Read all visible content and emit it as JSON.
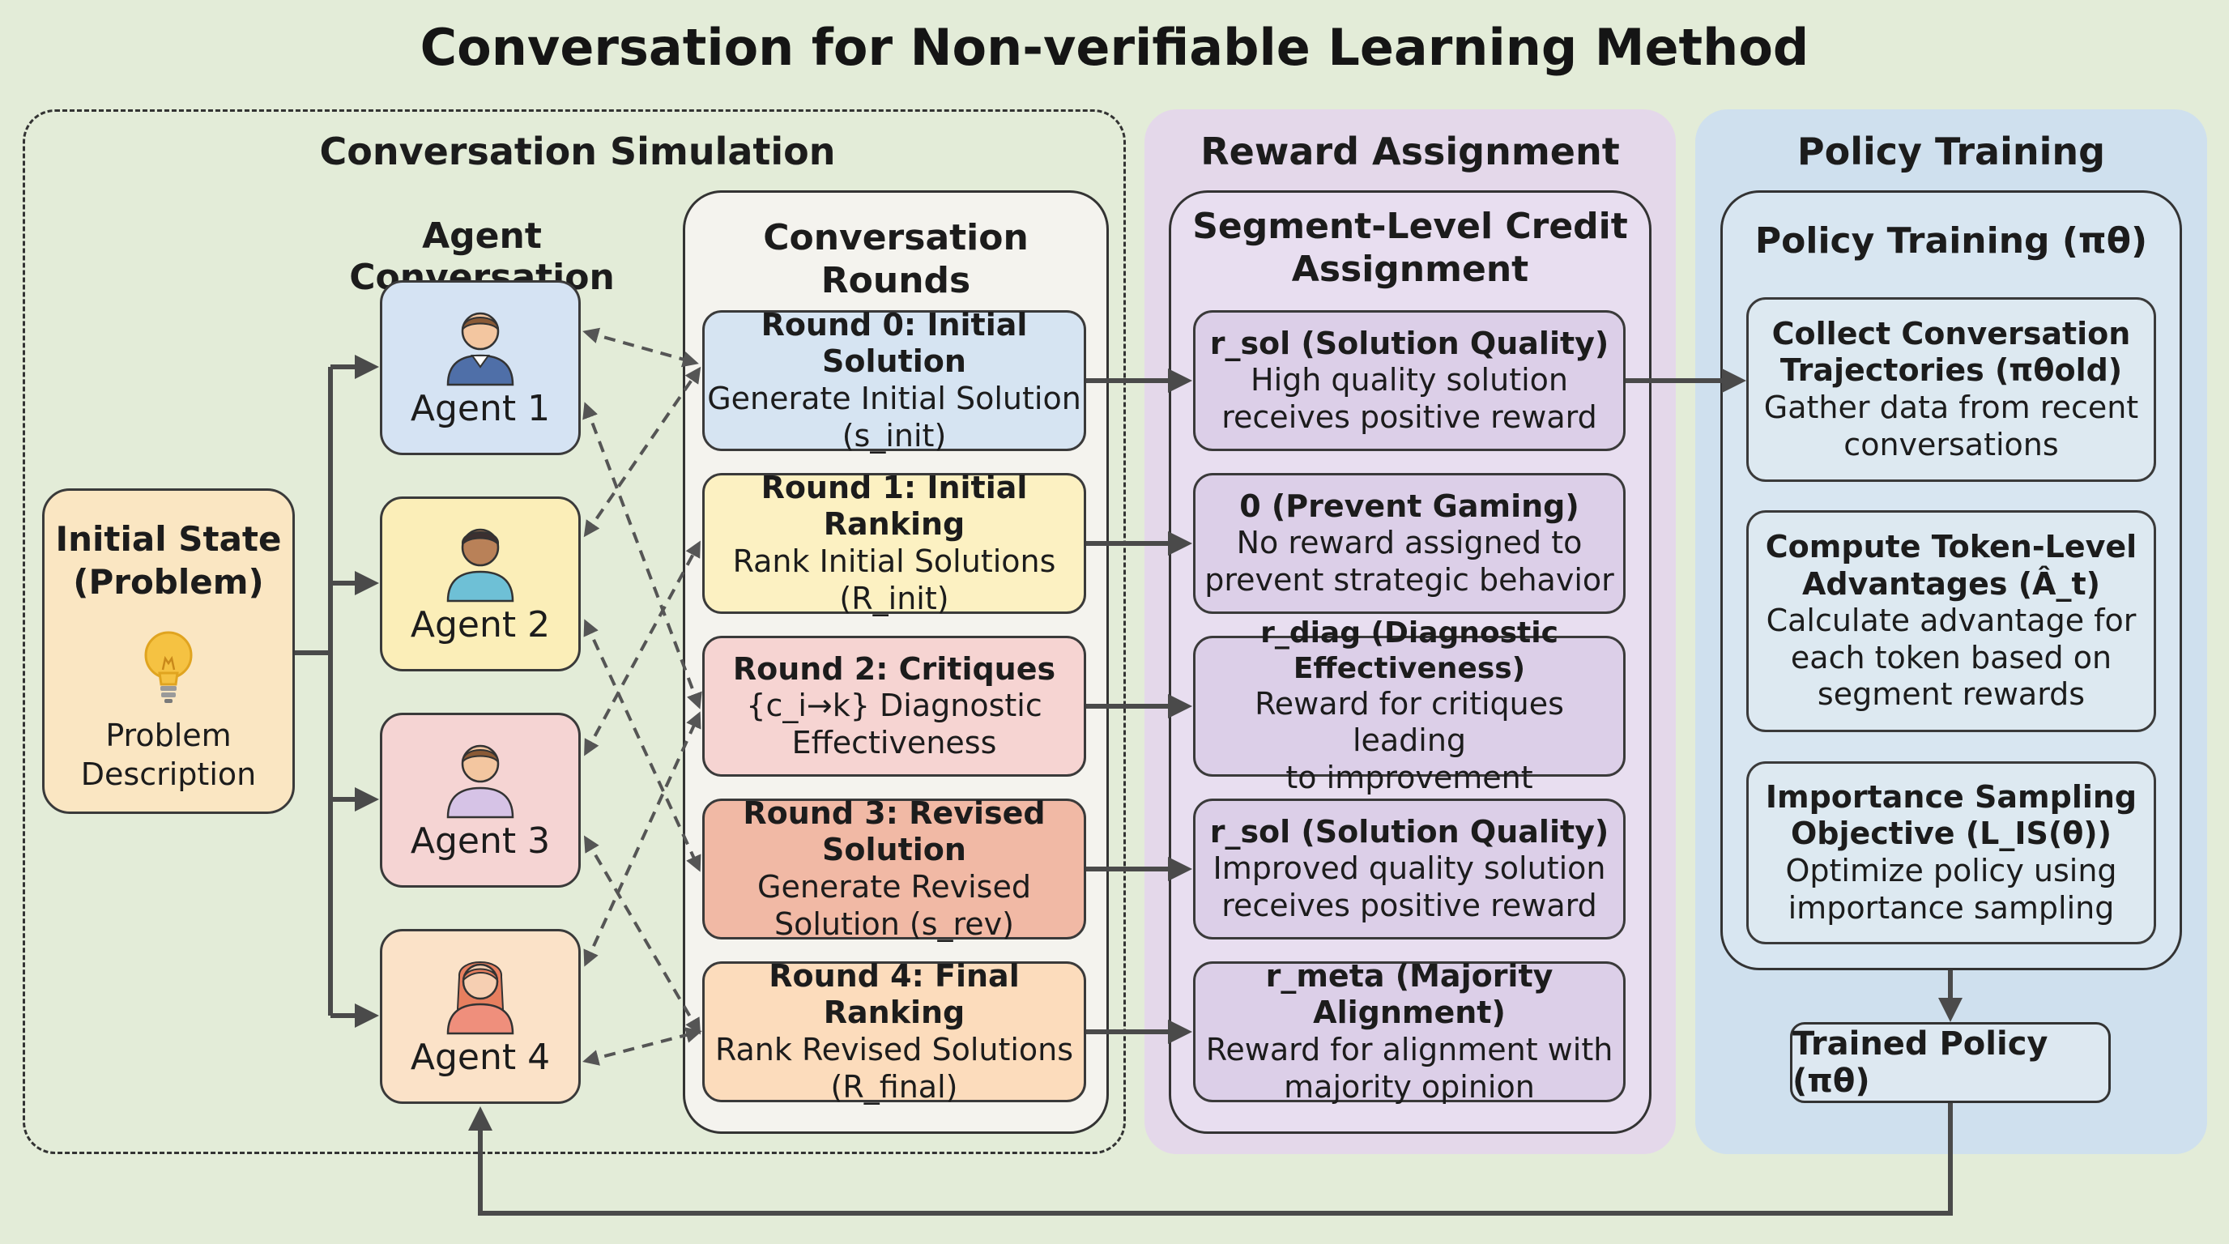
{
  "title": "Conversation for Non-verifiable Learning Method",
  "sections": {
    "simulation": {
      "title": "Conversation Simulation",
      "agent_conversation": "Agent Conversation",
      "rounds_title": "Conversation Rounds"
    },
    "reward": {
      "title": "Reward Assignment",
      "subtitle_line1": "Segment-Level Credit",
      "subtitle_line2": "Assignment"
    },
    "policy": {
      "title": "Policy Training",
      "subtitle": "Policy Training (πθ)"
    }
  },
  "initial_state": {
    "title_line1": "Initial State",
    "title_line2": "(Problem)",
    "desc_line1": "Problem",
    "desc_line2": "Description",
    "icon": "lightbulb-icon"
  },
  "agents": [
    {
      "label": "Agent 1",
      "color": "#d5e3f3",
      "icon": "person-icon"
    },
    {
      "label": "Agent 2",
      "color": "#fbeeb8",
      "icon": "person-icon"
    },
    {
      "label": "Agent 3",
      "color": "#f5d4d3",
      "icon": "person-icon"
    },
    {
      "label": "Agent 4",
      "color": "#fbe2c8",
      "icon": "person-icon"
    }
  ],
  "rounds": [
    {
      "title": "Round 0: Initial Solution",
      "line1": "Generate Initial Solution",
      "line2": "(s_init)",
      "color": "#d6e4f2"
    },
    {
      "title": "Round 1: Initial Ranking",
      "line1": "Rank Initial Solutions",
      "line2": "(R_init)",
      "color": "#fcf1c2"
    },
    {
      "title": "Round 2: Critiques",
      "line1": "{c_i→k} Diagnostic",
      "line2": "Effectiveness",
      "color": "#f6d4d2"
    },
    {
      "title": "Round 3: Revised Solution",
      "line1": "Generate Revised",
      "line2": "Solution (s_rev)",
      "color": "#f1b9a5"
    },
    {
      "title": "Round 4: Final Ranking",
      "line1": "Rank Revised Solutions",
      "line2": "(R_final)",
      "color": "#fcdcbc"
    }
  ],
  "rewards": [
    {
      "title": "r_sol (Solution Quality)",
      "line1": "High quality solution",
      "line2": "receives positive reward"
    },
    {
      "title": "0 (Prevent Gaming)",
      "line1": "No reward assigned to",
      "line2": "prevent strategic behavior"
    },
    {
      "title": "r_diag (Diagnostic Effectiveness)",
      "line1": "Reward for critiques leading",
      "line2": "to improvement"
    },
    {
      "title": "r_sol (Solution Quality)",
      "line1": "Improved quality solution",
      "line2": "receives positive reward"
    },
    {
      "title": "r_meta (Majority Alignment)",
      "line1": "Reward for alignment with",
      "line2": "majority opinion"
    }
  ],
  "policy_steps": [
    {
      "title_line1": "Collect Conversation",
      "title_line2": "Trajectories (πθold)",
      "lines": [
        "Gather data from recent",
        "conversations"
      ]
    },
    {
      "title_line1": "Compute Token-Level",
      "title_line2": "Advantages (Â_t)",
      "lines": [
        "Calculate advantage for",
        "each token based on",
        "segment rewards"
      ]
    },
    {
      "title_line1": "Importance Sampling",
      "title_line2": "Objective (L_IS(θ))",
      "lines": [
        "Optimize policy using",
        "importance sampling"
      ]
    }
  ],
  "trained_policy": "Trained Policy (πθ)",
  "colors": {
    "background": "#e3ecd8",
    "reward_panel": "#e4d8ea",
    "reward_card": "#dccfe8",
    "policy_panel": "#cfe0ee",
    "policy_card": "#dde9f1",
    "arrow": "#4a4a4a"
  }
}
